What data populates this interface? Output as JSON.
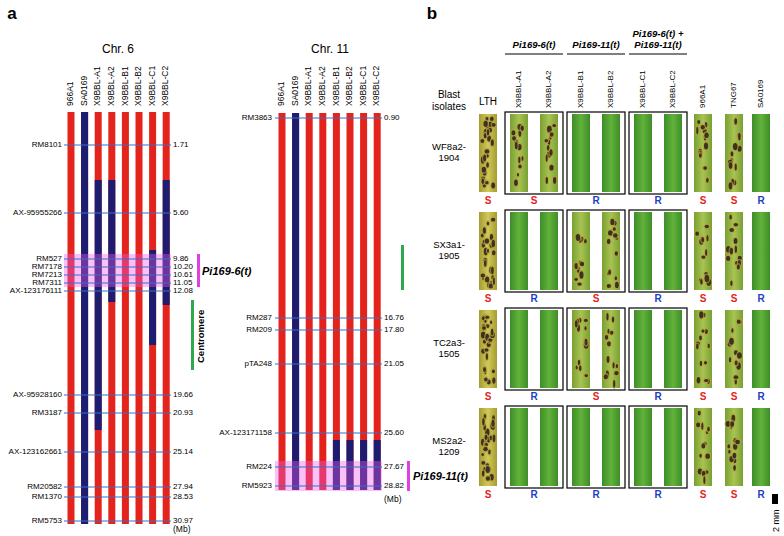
{
  "diagram": {
    "labels": [
      "a",
      "Chr. 6",
      "966A1",
      "SA0169",
      "X9BBL-A1",
      "X9BBL-A2",
      "X9BBL-B1",
      "X9BBL-B2",
      "X9BBL-C1",
      "X9BBL-C2",
      "RM8101",
      "AX-95955266",
      "RM527",
      "RM7178",
      "RM7213",
      "RM7311",
      "AX-123176111",
      "AX-95928160",
      "RM3187",
      "AX-123162661",
      "RM20582",
      "RM1370",
      "RM5753",
      "1.71",
      "5.60",
      "9.86",
      "10.20",
      "10.61",
      "11.05",
      "12.08",
      "19.66",
      "20.93",
      "25.14",
      "27.94",
      "28.53",
      "30.97",
      "(Mb)",
      "Pi169-6(t)",
      "Centromere",
      "Chr. 11",
      "966A1",
      "SA0169",
      "X9BBL-A1",
      "X9BBL-A2",
      "X9BBL-B1",
      "X9BBL-B2",
      "X9BBL-C1",
      "X9BBL-C2",
      "RM3863",
      "RM287",
      "RM209",
      "pTA248",
      "AX-123171158",
      "RM224",
      "RM5923",
      "0.90",
      "16.76",
      "17.80",
      "21.05",
      "25.60",
      "27.67",
      "28.82",
      "(Mb)",
      "Pi169-11(t)",
      "b",
      "Blast isolates",
      "LTH",
      "Pi169-6(t)",
      "Pi169-11(t)",
      "Pi169-6(t) + Pi169-11(t)",
      "X9BBL-A1",
      "X9BBL-A2",
      "X9BBL-B1",
      "X9BBL-B2",
      "X9BBL-C1",
      "X9BBL-C2",
      "966A1",
      "TNG67",
      "SA0169",
      "WF8a2-1904",
      "S",
      "S",
      "R",
      "R",
      "S",
      "S",
      "R",
      "SX3a1-1905",
      "S",
      "R",
      "S",
      "R",
      "S",
      "S",
      "R",
      "TC2a3-1505",
      "S",
      "R",
      "S",
      "R",
      "S",
      "S",
      "R",
      "MS2a2-1209",
      "S",
      "R",
      "R",
      "R",
      "S",
      "S",
      "R",
      "2 mm"
    ]
  }
}
